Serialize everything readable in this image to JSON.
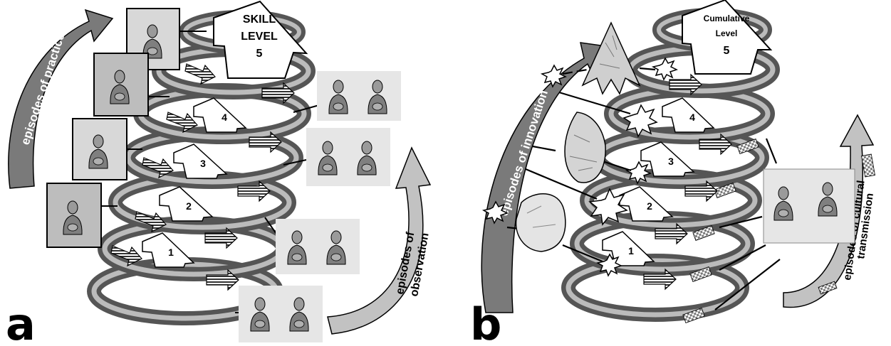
{
  "panel_a": {
    "letter": "a",
    "practice_label": "episodes of practice",
    "observation_label_line1": "episodes of",
    "observation_label_line2": "observation",
    "skill_arrow_line1": "SKILL",
    "skill_arrow_line2": "LEVEL",
    "skill_arrow_line3": "5",
    "levels": [
      "1",
      "2",
      "3",
      "4"
    ]
  },
  "panel_b": {
    "letter": "b",
    "innovation_label": "episodes of innovation",
    "transmission_label_line1": "episodes of cultural",
    "transmission_label_line2": "transmission",
    "cumulative_arrow_line1": "Cumulative",
    "cumulative_arrow_line2": "Level",
    "cumulative_arrow_line3": "5",
    "levels": [
      "1",
      "2",
      "3",
      "4"
    ]
  },
  "colors": {
    "dark_arrow": "#7a7a7a",
    "light_arrow": "#bdbdbd",
    "spring": "#8c8c8c",
    "outline": "#000000"
  }
}
